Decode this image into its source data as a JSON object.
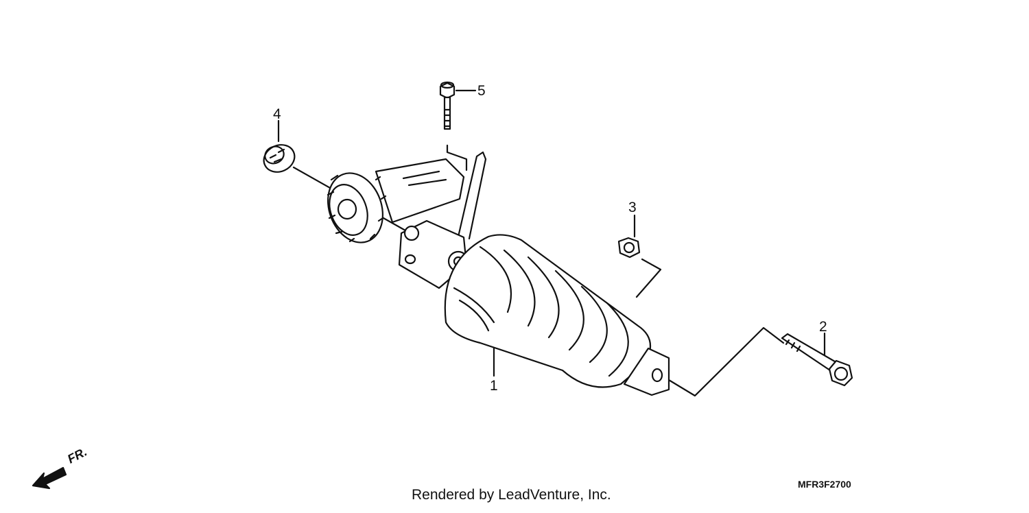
{
  "callouts": {
    "c1": "1",
    "c2": "2",
    "c3": "3",
    "c4": "4",
    "c5": "5"
  },
  "front_label": "FR.",
  "credit": "Rendered by LeadVenture, Inc.",
  "diagram_code": "MFR3F2700"
}
